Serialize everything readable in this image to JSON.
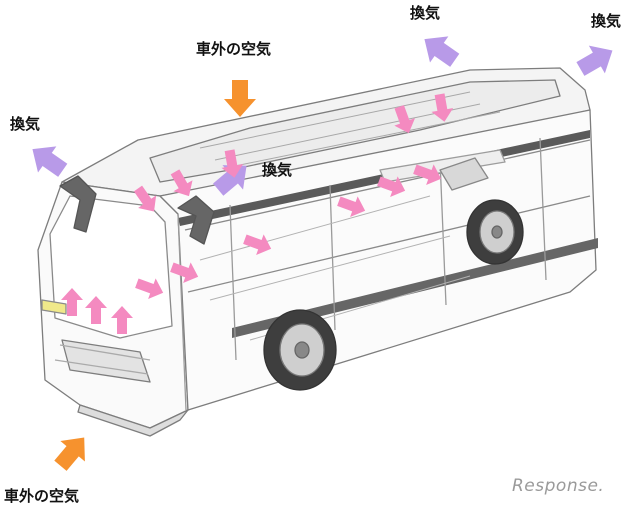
{
  "labels": {
    "outside_air_top": "車外の空気",
    "outside_air_bottom": "車外の空気",
    "ventilation_left": "換気",
    "ventilation_center": "換気",
    "ventilation_top_middle": "換気",
    "ventilation_top_right": "換気"
  },
  "watermark": "Response.",
  "colors": {
    "outside_air_arrow": "#f6922e",
    "ventilation_arrow": "#b89ae8",
    "internal_airflow_arrow": "#f48ac0",
    "bus_outline": "#7d7d7d",
    "bus_dark_stripe": "#5a5a5a"
  }
}
